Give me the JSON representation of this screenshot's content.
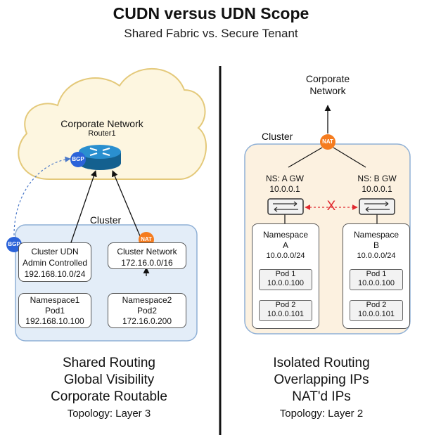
{
  "header": {
    "title": "CUDN versus UDN Scope",
    "subtitle": "Shared Fabric vs. Secure Tenant"
  },
  "left": {
    "cloud_label": "Corporate Network",
    "router_label": "Router1",
    "bgp_badge": "BGP",
    "cluster_label": "Cluster",
    "nat_badge": "NAT",
    "cudn_box": {
      "line1": "Cluster UDN",
      "line2": "Admin Controlled",
      "line3": "192.168.10.0/24"
    },
    "cluster_net_box": {
      "line1": "Cluster Network",
      "line2": "172.16.0.0/16"
    },
    "ns1_box": {
      "line1": "Namespace1",
      "line2": "Pod1",
      "line3": "192.168.10.100"
    },
    "ns2_box": {
      "line1": "Namespace2",
      "line2": "Pod2",
      "line3": "172.16.0.200"
    },
    "summary": {
      "line1": "Shared Routing",
      "line2": "Global Visibility",
      "line3": "Corporate Routable",
      "topology": "Topology: Layer 3"
    }
  },
  "right": {
    "corp_label_1": "Corporate",
    "corp_label_2": "Network",
    "cluster_label": "Cluster",
    "nat_badge": "NAT",
    "gw_a": {
      "line1": "NS: A GW",
      "line2": "10.0.0.1"
    },
    "gw_b": {
      "line1": "NS: B GW",
      "line2": "10.0.0.1"
    },
    "x_mark": "X",
    "ns_a": {
      "line1": "Namespace",
      "line2": "A",
      "line3": "10.0.0.0/24"
    },
    "ns_b": {
      "line1": "Namespace",
      "line2": "B",
      "line3": "10.0.0.0/24"
    },
    "pod_a1": {
      "line1": "Pod 1",
      "line2": "10.0.0.100"
    },
    "pod_a2": {
      "line1": "Pod 2",
      "line2": "10.0.0.101"
    },
    "pod_b1": {
      "line1": "Pod 1",
      "line2": "10.0.0.100"
    },
    "pod_b2": {
      "line1": "Pod 2",
      "line2": "10.0.0.101"
    },
    "summary": {
      "line1": "Isolated Routing",
      "line2": "Overlapping IPs",
      "line3": "NAT'd IPs",
      "topology": "Topology: Layer 2"
    }
  },
  "colors": {
    "cloud_fill": "#fdf6e0",
    "cloud_stroke": "#e4c97a",
    "left_cluster_fill": "#e3edf8",
    "left_cluster_stroke": "#8fb0d6",
    "right_cluster_fill": "#fcf1e0",
    "right_cluster_stroke": "#8fb0d6",
    "bgp_blue": "#2b63d9",
    "nat_orange": "#f57c1f",
    "router_blue": "#1d7bb8",
    "x_red": "#e0282e"
  }
}
